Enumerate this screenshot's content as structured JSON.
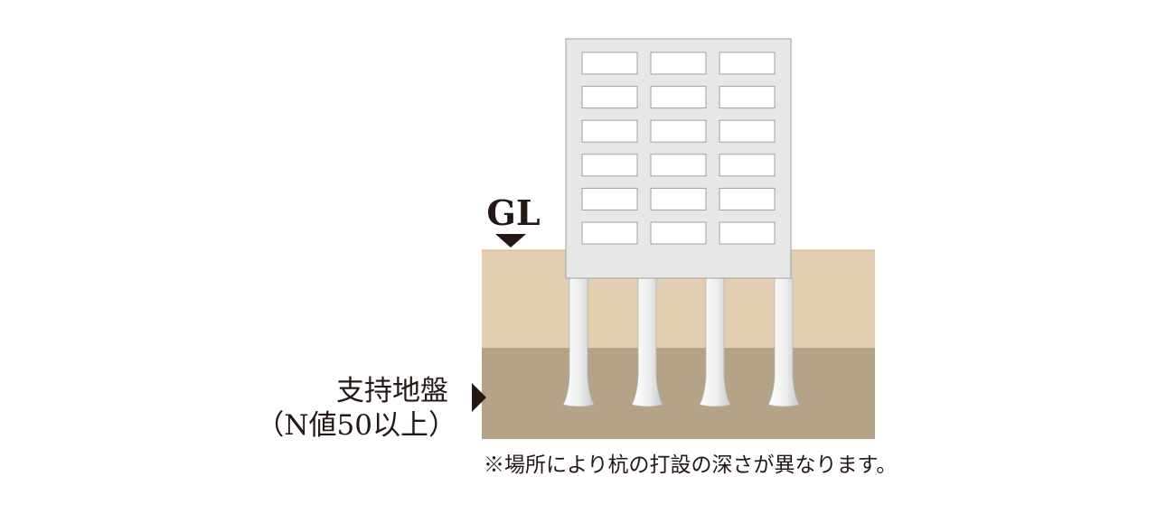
{
  "ground_level": {
    "label": "GL"
  },
  "bearing_layer": {
    "label": "支持地盤",
    "sublabel": "（N値50以上）"
  },
  "footnote": "※場所により杭の打設の深さが異なります。",
  "colors": {
    "background": "#ffffff",
    "upper_soil": "#e2cfb2",
    "bearing_soil": "#b4a387",
    "building": "#e6e7e6",
    "window": "#ffffff",
    "building_edge": "#9fa0a0",
    "pile": "#eeeeee",
    "pile_shade": "#c9caca",
    "marker": "#231815",
    "text": "#231815"
  },
  "building": {
    "window_rows": 6,
    "window_cols": 3
  },
  "piles": {
    "count": 4
  }
}
